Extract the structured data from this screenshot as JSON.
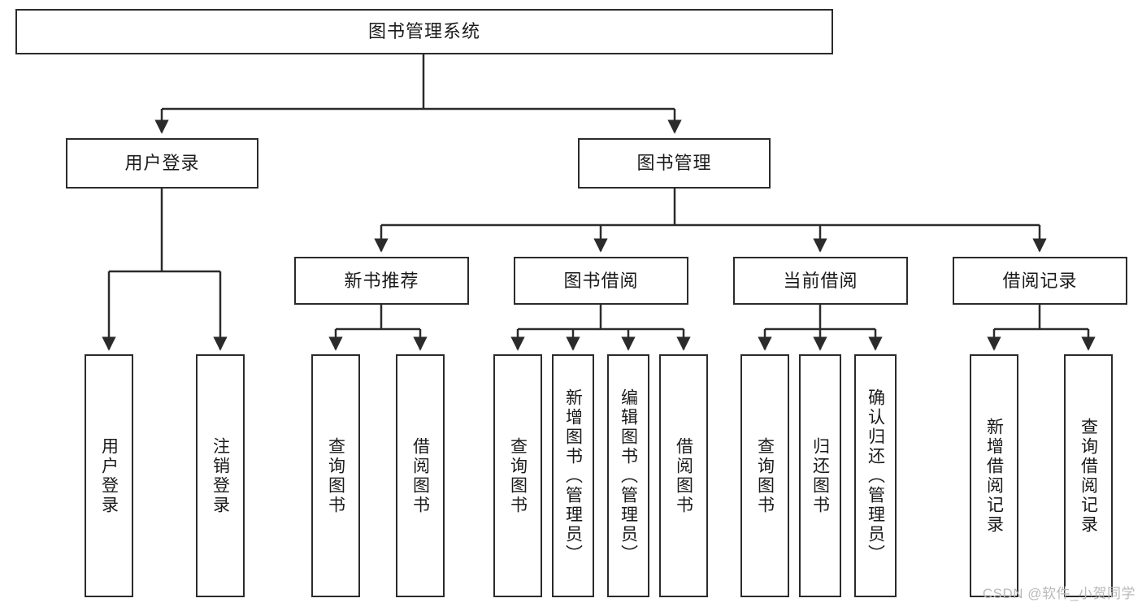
{
  "diagram": {
    "title": "图书管理系统",
    "type": "hierarchy-tree",
    "colors": {
      "border": "#2b2b2b",
      "background": "#ffffff",
      "text": "#1a1a1a",
      "watermark": "#b9b9b9"
    },
    "root": {
      "label": "图书管理系统"
    },
    "level2": [
      {
        "label": "用户登录"
      },
      {
        "label": "图书管理"
      }
    ],
    "level3": [
      {
        "label": "新书推荐"
      },
      {
        "label": "图书借阅"
      },
      {
        "label": "当前借阅"
      },
      {
        "label": "借阅记录"
      }
    ],
    "leaves": {
      "user_login": [
        {
          "label": "用户登录"
        },
        {
          "label": "注销登录"
        }
      ],
      "new_book_recommend": [
        {
          "label": "查询图书"
        },
        {
          "label": "借阅图书"
        }
      ],
      "book_borrow": [
        {
          "label": "查询图书"
        },
        {
          "label": "新增图书（管理员）"
        },
        {
          "label": "编辑图书（管理员）"
        },
        {
          "label": "借阅图书"
        }
      ],
      "current_borrow": [
        {
          "label": "查询图书"
        },
        {
          "label": "归还图书"
        },
        {
          "label": "确认归还（管理员）"
        }
      ],
      "borrow_record": [
        {
          "label": "新增借阅记录"
        },
        {
          "label": "查询借阅记录"
        }
      ]
    }
  },
  "watermark": {
    "text": "CSDN @软件_小贺同学"
  }
}
